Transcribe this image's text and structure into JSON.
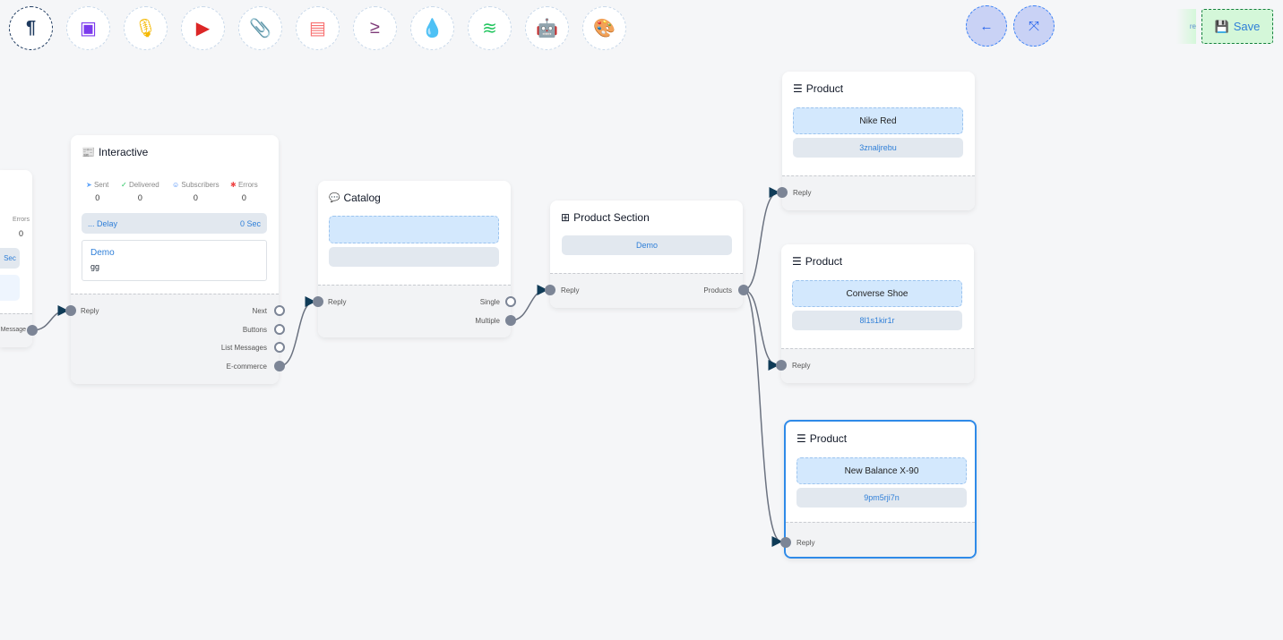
{
  "toolbar": {
    "items": [
      {
        "name": "paragraph-icon",
        "glyph": "¶",
        "color": "#1e3a5f"
      },
      {
        "name": "image-icon",
        "glyph": "▣",
        "color": "#7c3aed"
      },
      {
        "name": "microphone-icon",
        "glyph": "🎙",
        "color": "#f5b800"
      },
      {
        "name": "youtube-icon",
        "glyph": "▶",
        "color": "#dc2626"
      },
      {
        "name": "paperclip-icon",
        "glyph": "📎",
        "color": "#16a34a"
      },
      {
        "name": "newspaper-icon",
        "glyph": "▤",
        "color": "#f87171"
      },
      {
        "name": "greater-equal-icon",
        "glyph": "≥",
        "color": "#7e3a78"
      },
      {
        "name": "droplet-icon",
        "glyph": "💧",
        "color": "#c8102e"
      },
      {
        "name": "stack-icon",
        "glyph": "≋",
        "color": "#22c55e"
      },
      {
        "name": "robot-icon",
        "glyph": "🤖",
        "color": "#1d1de0"
      },
      {
        "name": "palette-icon",
        "glyph": "🎨",
        "color": "#1ccf3c"
      }
    ],
    "back_glyph": "←",
    "collapse_glyph": "⤧",
    "partial_label": "re",
    "save_label": "Save"
  },
  "left_node": {
    "errors_label": "Errors",
    "errors_value": "0",
    "delay_unit": "Sec",
    "output": "Message"
  },
  "interactive": {
    "title": "Interactive",
    "stats": [
      {
        "label": "Sent",
        "value": "0",
        "icon": "send-icon",
        "color": "#60a5fa"
      },
      {
        "label": "Delivered",
        "value": "0",
        "icon": "check-circle-icon",
        "color": "#22c55e"
      },
      {
        "label": "Subscribers",
        "value": "0",
        "icon": "user-circle-icon",
        "color": "#3b82f6"
      },
      {
        "label": "Errors",
        "value": "0",
        "icon": "bug-icon",
        "color": "#ef4444"
      }
    ],
    "delay_label": "... Delay",
    "delay_value": "0 Sec",
    "message_title": "Demo",
    "message_body": "gg",
    "input": "Reply",
    "outputs": [
      "Next",
      "Buttons",
      "List Messages",
      "E-commerce"
    ]
  },
  "catalog": {
    "title": "Catalog",
    "input": "Reply",
    "outputs": [
      "Single",
      "Multiple"
    ]
  },
  "product_section": {
    "title": "Product Section",
    "section": "Demo",
    "input": "Reply",
    "output": "Products"
  },
  "products": [
    {
      "title": "Product",
      "name": "Nike Red",
      "id": "3znaljrebu",
      "input": "Reply"
    },
    {
      "title": "Product",
      "name": "Converse Shoe",
      "id": "8l1s1kir1r",
      "input": "Reply"
    },
    {
      "title": "Product",
      "name": "New Balance X-90",
      "id": "9pm5rji7n",
      "input": "Reply",
      "selected": true
    }
  ]
}
